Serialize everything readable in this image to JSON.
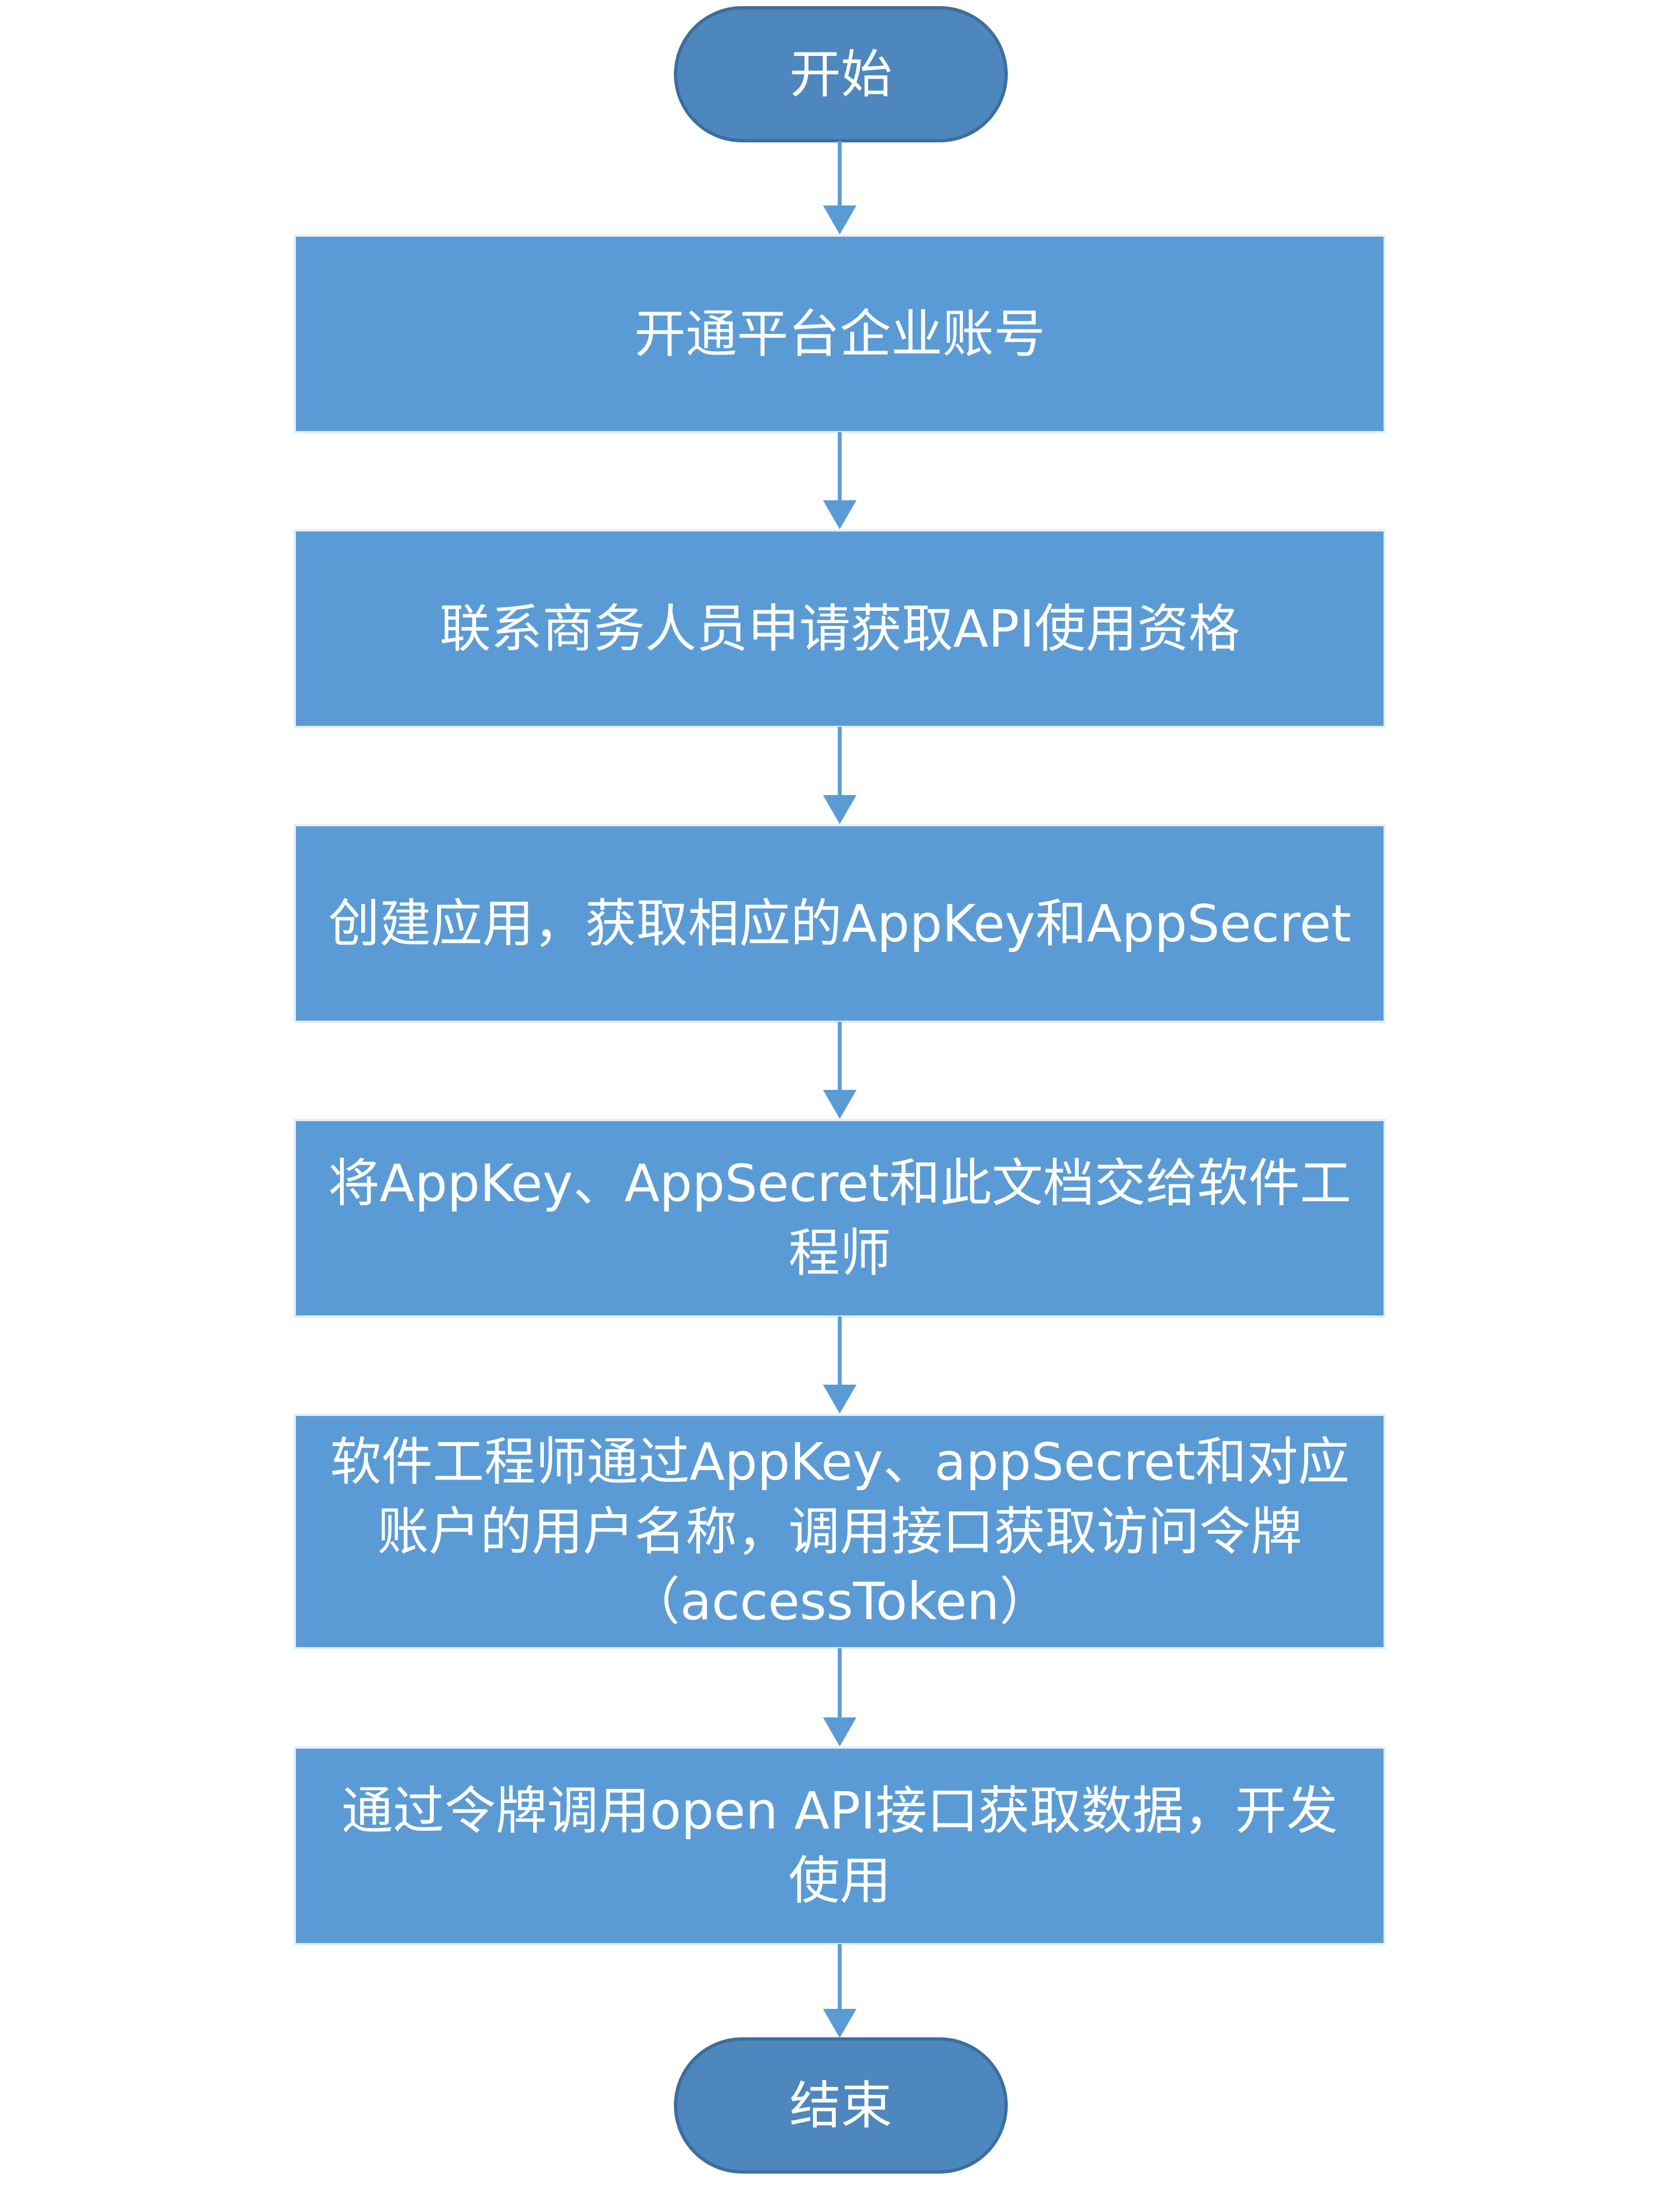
{
  "flowchart": {
    "start": {
      "label": "开始"
    },
    "steps": [
      {
        "label": "开通平台企业账号"
      },
      {
        "label": "联系商务人员申请获取API使用资格"
      },
      {
        "label": "创建应用，获取相应的AppKey和AppSecret"
      },
      {
        "label": "将AppKey、AppSecret和此文档交给软件工\n程师"
      },
      {
        "label": "软件工程师通过AppKey、appSecret和对应\n账户的用户名称，调用接口获取访问令牌\n（accessToken）"
      },
      {
        "label": "通过令牌调用open API接口获取数据，开发\n使用"
      }
    ],
    "end": {
      "label": "结束"
    }
  },
  "colors": {
    "terminal_fill": "#4e86be",
    "process_fill": "#5b9bd5",
    "arrow": "#5b9bd5",
    "text": "#ffffff"
  }
}
